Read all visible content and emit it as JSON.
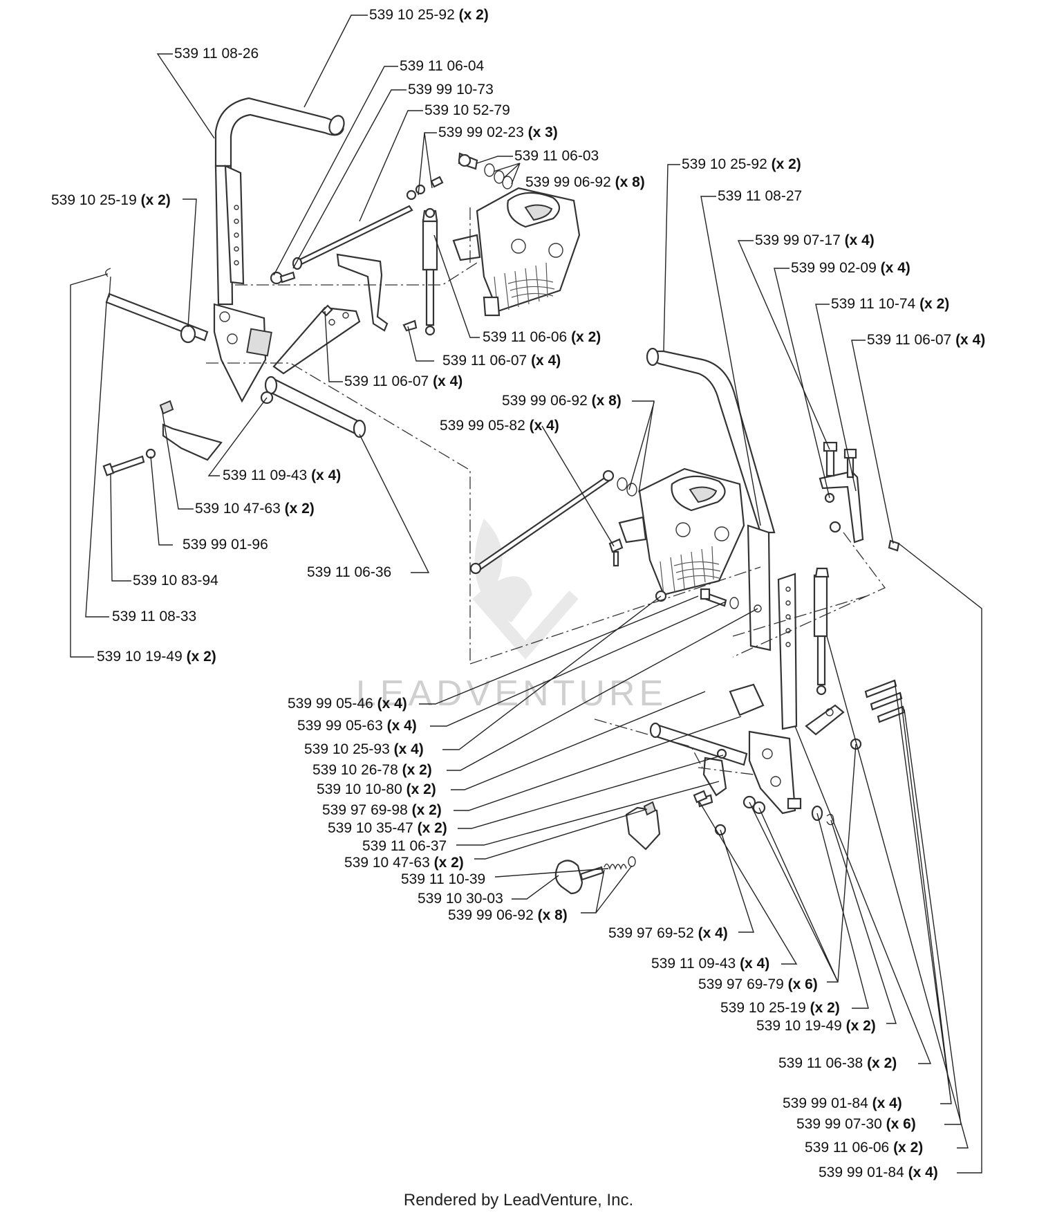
{
  "callouts": [
    {
      "part": "539 10 25-92",
      "qty": "(x 2)"
    },
    {
      "part": "539 11 08-26",
      "qty": ""
    },
    {
      "part": "539 11 06-04",
      "qty": ""
    },
    {
      "part": "539 99 10-73",
      "qty": ""
    },
    {
      "part": "539 10 52-79",
      "qty": ""
    },
    {
      "part": "539 99 02-23",
      "qty": "(x 3)"
    },
    {
      "part": "539 11 06-03",
      "qty": ""
    },
    {
      "part": "539 99 06-92",
      "qty": "(x 8)"
    },
    {
      "part": "539 10 25-19",
      "qty": "(x 2)"
    },
    {
      "part": "539 10 25-92",
      "qty": "(x 2)"
    },
    {
      "part": "539 11 08-27",
      "qty": ""
    },
    {
      "part": "539 99 07-17",
      "qty": "(x 4)"
    },
    {
      "part": "539 99 02-09",
      "qty": "(x 4)"
    },
    {
      "part": "539 11 10-74",
      "qty": "(x 2)"
    },
    {
      "part": "539 11 06-07",
      "qty": "(x 4)"
    },
    {
      "part": "539 11 06-06",
      "qty": "(x 2)"
    },
    {
      "part": "539 11 06-07",
      "qty": "(x 4)"
    },
    {
      "part": "539 11 06-07",
      "qty": "(x 4)"
    },
    {
      "part": "539 99 06-92",
      "qty": "(x 8)"
    },
    {
      "part": "539 99 05-82",
      "qty": "(x 4)"
    },
    {
      "part": "539 11 09-43",
      "qty": "(x 4)"
    },
    {
      "part": "539 10 47-63",
      "qty": "(x 2)"
    },
    {
      "part": "539 99 01-96",
      "qty": ""
    },
    {
      "part": "539 11 06-36",
      "qty": ""
    },
    {
      "part": "539 10 83-94",
      "qty": ""
    },
    {
      "part": "539 11 08-33",
      "qty": ""
    },
    {
      "part": "539 10 19-49",
      "qty": "(x 2)"
    },
    {
      "part": "539 99 05-46",
      "qty": "(x 4)"
    },
    {
      "part": "539 99 05-63",
      "qty": "(x 4)"
    },
    {
      "part": "539 10 25-93",
      "qty": "(x 4)"
    },
    {
      "part": "539 10 26-78",
      "qty": "(x 2)"
    },
    {
      "part": "539 10 10-80",
      "qty": "(x 2)"
    },
    {
      "part": "539 97 69-98",
      "qty": "(x 2)"
    },
    {
      "part": "539 10 35-47",
      "qty": "(x 2)"
    },
    {
      "part": "539 11 06-37",
      "qty": ""
    },
    {
      "part": "539 10 47-63",
      "qty": "(x 2)"
    },
    {
      "part": "539 11 10-39",
      "qty": ""
    },
    {
      "part": "539 10 30-03",
      "qty": ""
    },
    {
      "part": "539 99 06-92",
      "qty": "(x 8)"
    },
    {
      "part": "539 97 69-52",
      "qty": "(x 4)"
    },
    {
      "part": "539 11 09-43",
      "qty": "(x 4)"
    },
    {
      "part": "539 97 69-79",
      "qty": "(x 6)"
    },
    {
      "part": "539 10 25-19",
      "qty": "(x 2)"
    },
    {
      "part": "539 10 19-49",
      "qty": "(x 2)"
    },
    {
      "part": "539 11 06-38",
      "qty": "(x 2)"
    },
    {
      "part": "539 99 01-84",
      "qty": "(x 4)"
    },
    {
      "part": "539 99 07-30",
      "qty": "(x 6)"
    },
    {
      "part": "539 11 06-06",
      "qty": "(x 2)"
    },
    {
      "part": "539 99 01-84",
      "qty": "(x 4)"
    }
  ],
  "watermark": "LEADVENTURE",
  "footer": "Rendered by LeadVenture, Inc."
}
